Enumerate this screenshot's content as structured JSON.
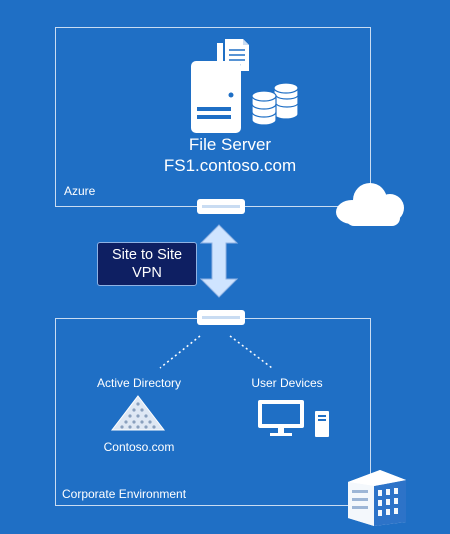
{
  "azure": {
    "server_title": "File Server",
    "server_host": "FS1.contoso.com",
    "label": "Azure"
  },
  "vpn": {
    "line1": "Site to Site",
    "line2": "VPN"
  },
  "corporate": {
    "label": "Corporate Environment",
    "active_directory": {
      "title": "Active Directory",
      "domain": "Contoso.com"
    },
    "user_devices": {
      "title": "User Devices"
    }
  },
  "colors": {
    "background": "#1f6fc5",
    "vpn_badge": "#0e1f62",
    "arrow": "#cfe4ff",
    "outline": "#c9dcf2"
  },
  "icons": [
    "document-icon",
    "server-icon",
    "database-icon",
    "router-icon",
    "cloud-icon",
    "double-arrow-icon",
    "pyramid-icon",
    "monitor-icon",
    "tower-icon",
    "building-icon"
  ]
}
